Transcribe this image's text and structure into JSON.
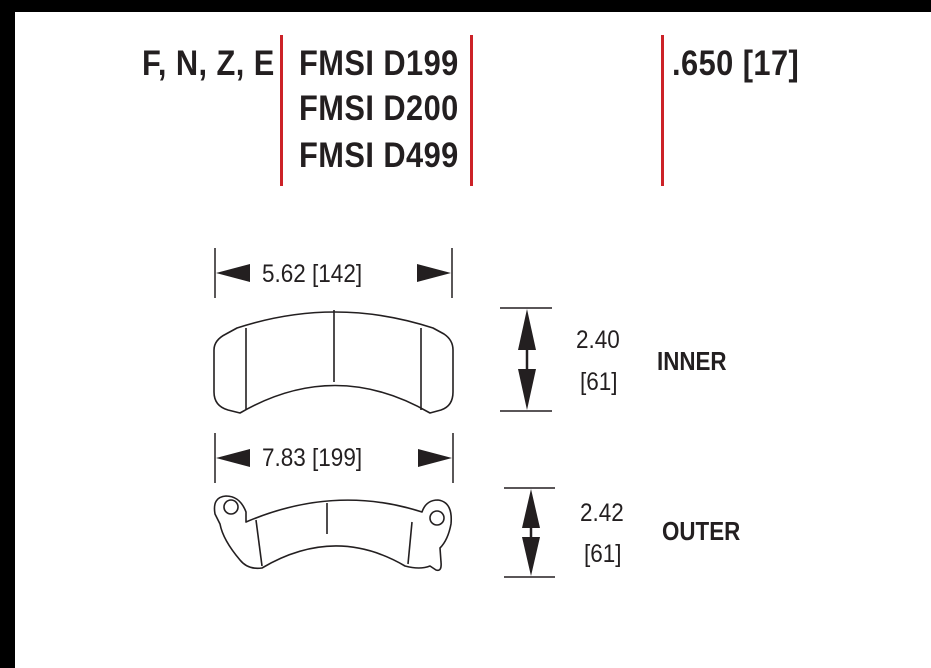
{
  "header": {
    "compounds": "F, N, Z, E",
    "fmsi": [
      "FMSI D199",
      "FMSI D200",
      "FMSI D499"
    ],
    "thickness": ".650 [17]"
  },
  "inner": {
    "width_label": "5.62 [142]",
    "height_value": "2.40",
    "height_metric": "[61]",
    "label": "INNER"
  },
  "outer": {
    "width_label": "7.83 [199]",
    "height_value": "2.42",
    "height_metric": "[61]",
    "label": "OUTER"
  },
  "colors": {
    "frame": "#000000",
    "background": "#ffffff",
    "divider": "#cc2228",
    "ink": "#231f20"
  }
}
